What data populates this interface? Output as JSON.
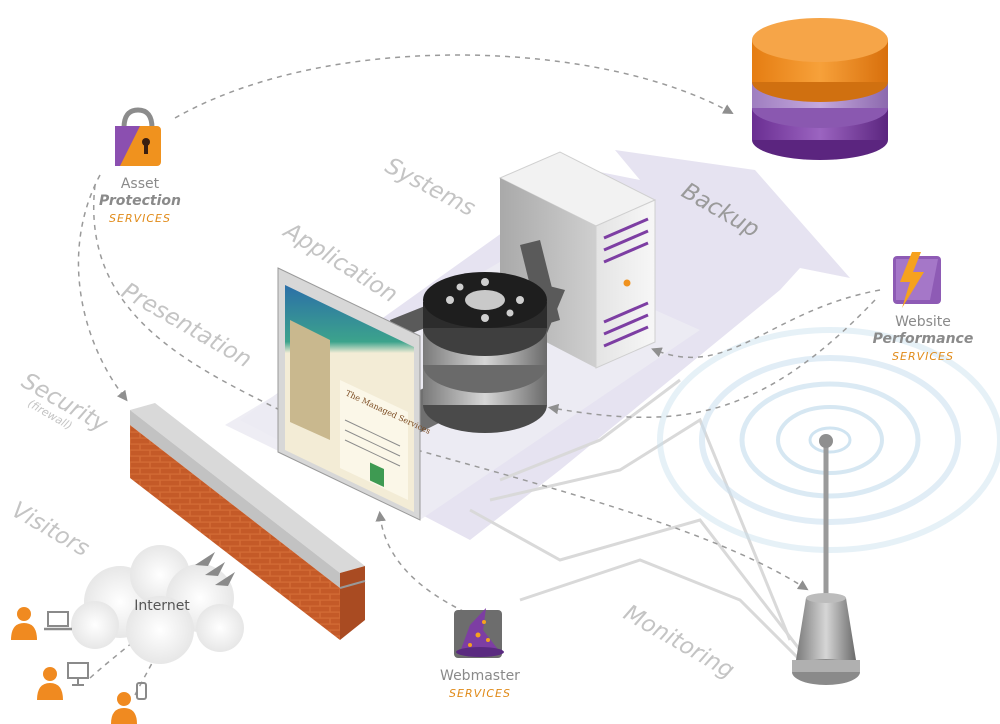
{
  "layers": {
    "systems": "Systems",
    "application": "Application",
    "presentation": "Presentation",
    "security": "Security",
    "security_sub": "(firewall)",
    "visitors": "Visitors",
    "backup": "Backup",
    "monitoring": "Monitoring"
  },
  "cloud": {
    "label": "Internet"
  },
  "services": {
    "asset": {
      "line1": "Asset",
      "line2": "Protection",
      "line3": "SERVICES",
      "icon": "lock-icon"
    },
    "website": {
      "line1": "Website",
      "line2": "Performance",
      "line3": "SERVICES",
      "icon": "lightning-icon"
    },
    "webmaster": {
      "line1": "Webmaster",
      "line3": "SERVICES",
      "icon": "wizard-hat-icon"
    }
  },
  "browser_mock": {
    "headline": "The Managed Services"
  },
  "colors": {
    "orange": "#f0921e",
    "purple": "#7d3ea3",
    "lavender": "#e4e1f0",
    "brick": "#c9612e",
    "dashed": "#9a9a9a",
    "label_gray": "#8a8a8a",
    "services_orange": "#e08a18"
  }
}
